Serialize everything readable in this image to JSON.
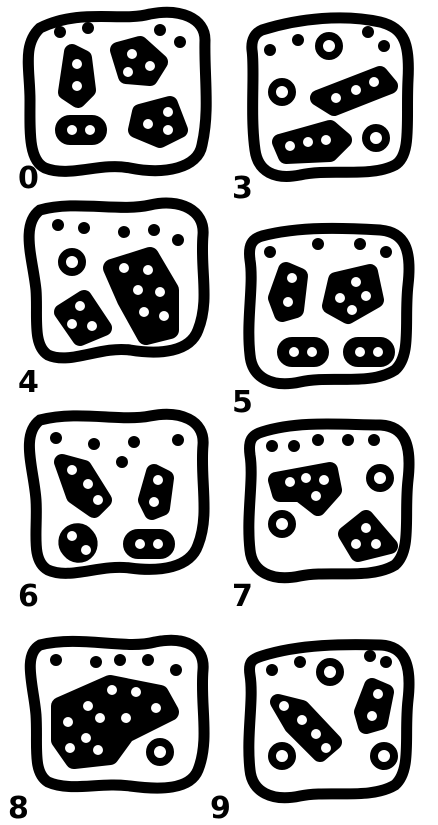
{
  "glyphs": [
    {
      "label": "0"
    },
    {
      "label": "3"
    },
    {
      "label": "4"
    },
    {
      "label": "5"
    },
    {
      "label": "6"
    },
    {
      "label": "7"
    },
    {
      "label": "8"
    },
    {
      "label": "9"
    }
  ]
}
